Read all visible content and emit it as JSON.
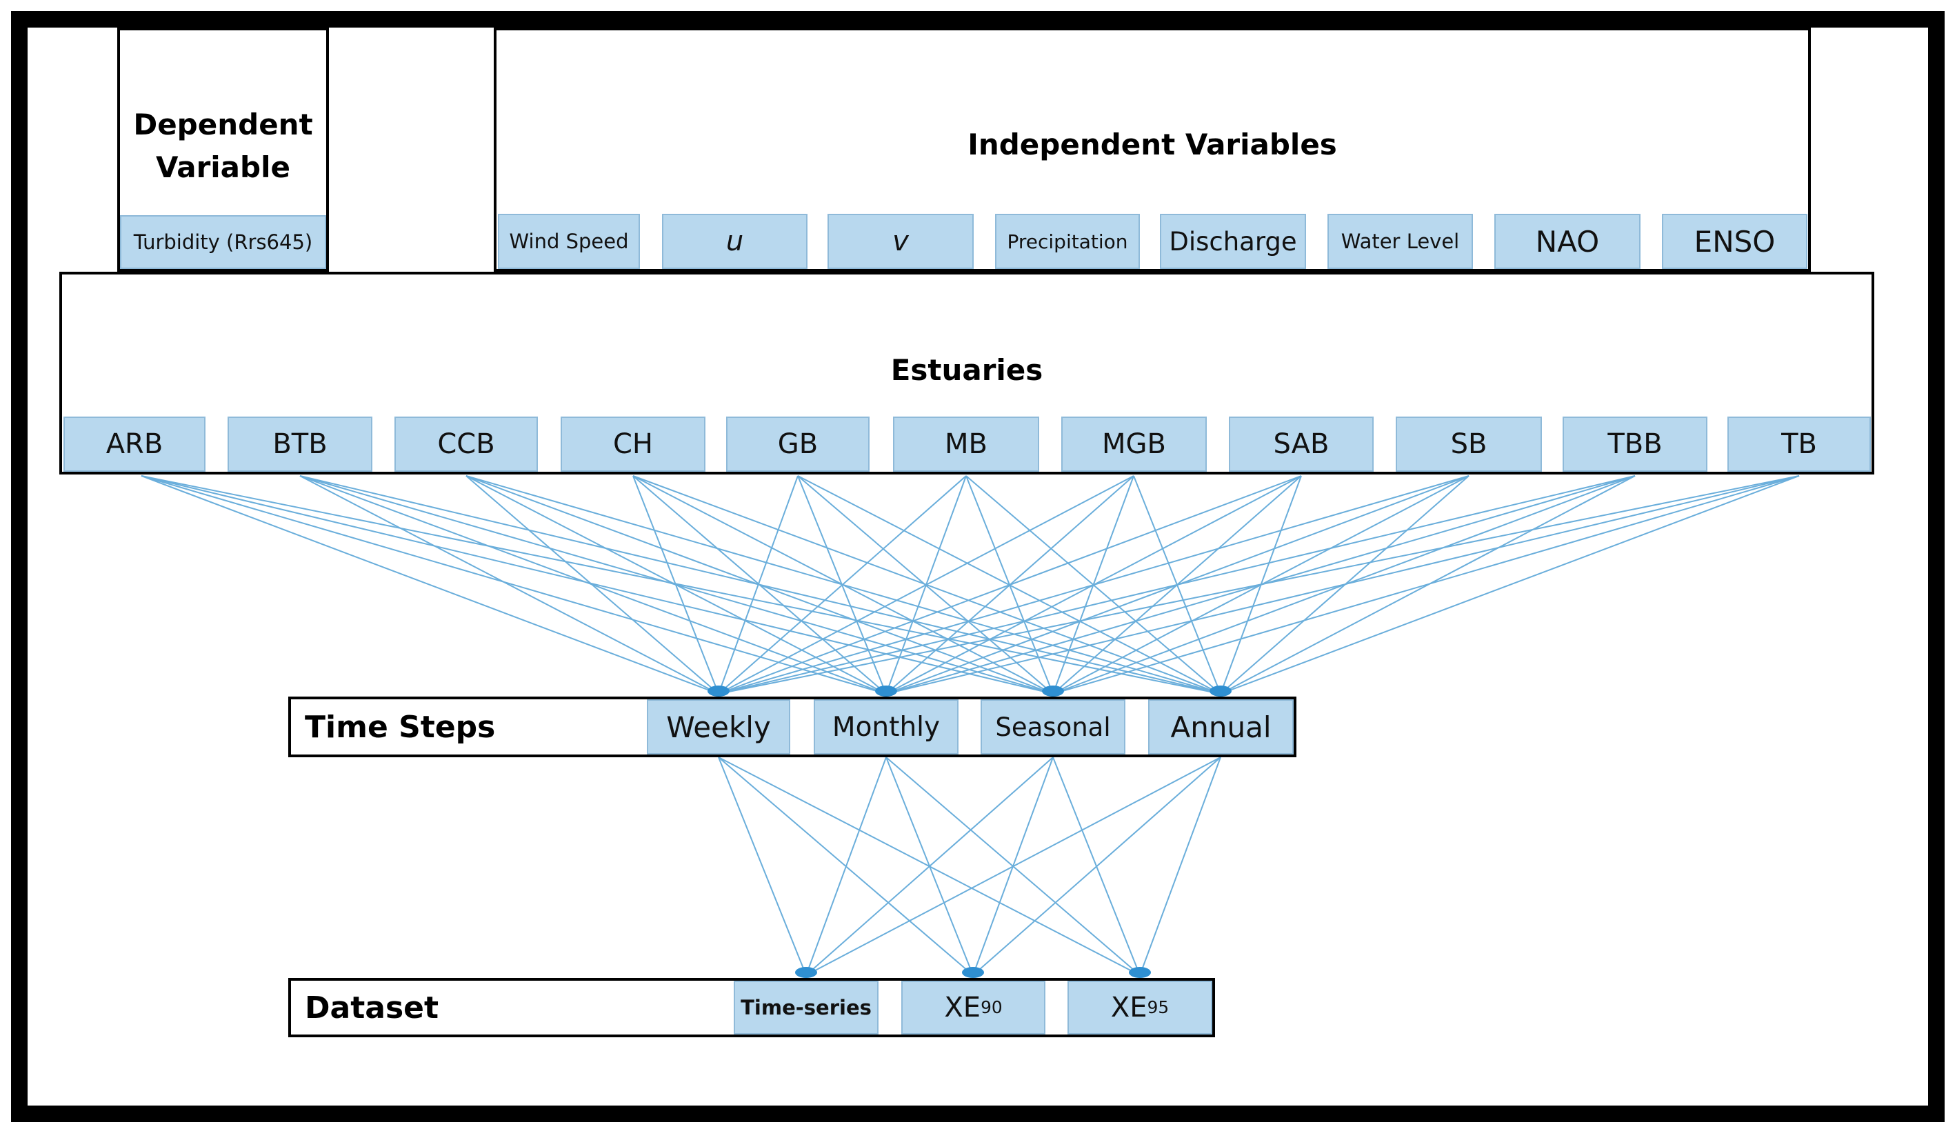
{
  "dependent": {
    "title_line1": "Dependent",
    "title_line2": "Variable",
    "items": [
      "Turbidity (Rrs645)"
    ]
  },
  "independent": {
    "title": "Independent Variables",
    "items": [
      "Wind Speed",
      "u",
      "v",
      "Precipitation",
      "Discharge",
      "Water Level",
      "NAO",
      "ENSO"
    ]
  },
  "estuaries": {
    "title": "Estuaries",
    "items": [
      "ARB",
      "BTB",
      "CCB",
      "CH",
      "GB",
      "MB",
      "MGB",
      "SAB",
      "SB",
      "TBB",
      "TB"
    ]
  },
  "time_steps": {
    "label": "Time Steps",
    "items": [
      "Weekly",
      "Monthly",
      "Seasonal",
      "Annual"
    ]
  },
  "dataset": {
    "label": "Dataset",
    "items": [
      {
        "base": "Time-series",
        "sub": ""
      },
      {
        "base": "XE",
        "sub": "90"
      },
      {
        "base": "XE",
        "sub": "95"
      }
    ]
  },
  "colors": {
    "cell_fill": "#b8d8ee",
    "cell_border": "#8fbad9",
    "link_line": "#6aaedb",
    "arrowhead": "#2f8fd1",
    "frame": "#000000"
  }
}
